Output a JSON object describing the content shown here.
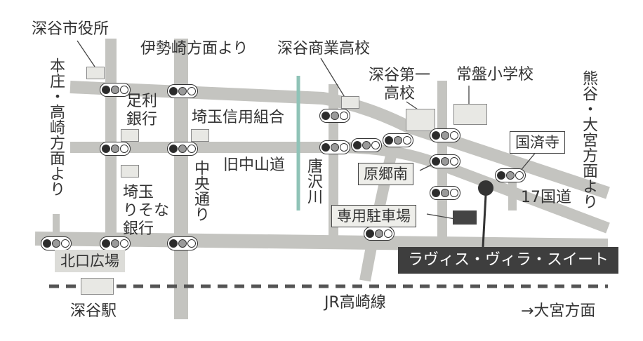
{
  "landmarks": {
    "fukaya_city_hall": "深谷市役所",
    "isesaki": "伊勢崎方面より",
    "fukaya_commercial_hs": "深谷商業高校",
    "fukaya_daiichi_hs": "深谷第一\n高校",
    "tokiwa_es": "常盤小学校",
    "honjo_takasaki": "本庄・高崎方面より",
    "ashikaga_bank": "足利\n銀行",
    "saitama_shinyo": "埼玉信用組合",
    "kyu_nakasendo": "旧中山道",
    "chuo_dori": "中央通り",
    "karasawa_river": "唐沢川",
    "saitama_resona_bank": "埼玉\nりそな\n銀行",
    "kumagaya_omiya": "熊谷・大宮方面より",
    "kokusaiji": "国済寺",
    "haragoMinami": "原郷南",
    "route17": "17国道",
    "parking": "専用駐車場",
    "kitaguchi_plaza": "北口広場",
    "destination": "ラヴィス・ヴィラ・スイート",
    "fukaya_station": "深谷駅",
    "jr_takasaki_line": "JR高崎線",
    "to_omiya": "→大宮方面"
  },
  "colors": {
    "road": "#c4c4c0",
    "river": "#8fc3b7",
    "rail": "#555555",
    "destination_bg": "#3e3e3e",
    "text": "#333333"
  }
}
